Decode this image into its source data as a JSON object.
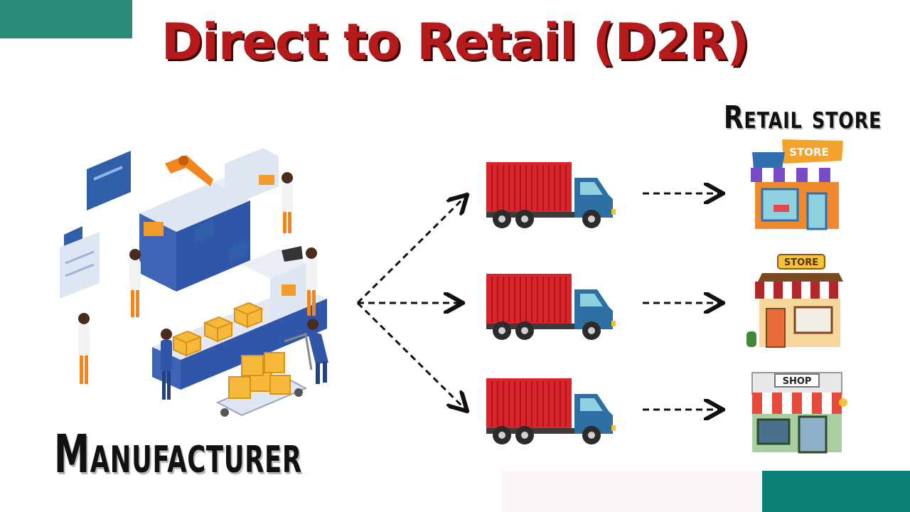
{
  "title": "Direct to Retail (D2R)",
  "nodes": {
    "manufacturer": "Manufacturer",
    "retail": "Retail store"
  },
  "stores": [
    {
      "sign": "STORE"
    },
    {
      "sign": "STORE"
    },
    {
      "sign": "SHOP"
    }
  ],
  "colors": {
    "title": "#b61a1a",
    "accent_teal": "#2a8c77",
    "truck_container": "#d8242a",
    "truck_cab": "#2d6fa3"
  }
}
